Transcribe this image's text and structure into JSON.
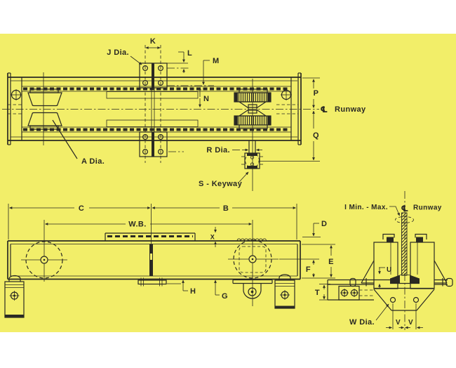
{
  "colors": {
    "paper": "#ffffff",
    "canvas": "#f2ee69",
    "ink": "#2a2923"
  },
  "labels": {
    "plan": {
      "k": "K",
      "j_dia": "J Dia.",
      "l": "L",
      "m": "M",
      "n": "N",
      "p": "P",
      "q": "Q",
      "centerline": "℄",
      "runway": "Runway",
      "a_dia": "A Dia.",
      "r_dia": "R Dia.",
      "s_keyway": "S - Keyway"
    },
    "elevation": {
      "c": "C",
      "b": "B",
      "wb": "W.B.",
      "x": "X",
      "d": "D",
      "e": "E",
      "f": "F",
      "h": "H",
      "g": "G"
    },
    "end": {
      "i_minmax": "I Min.  - Max.",
      "centerline": "℄",
      "runway": "Runway",
      "u": "U",
      "t": "T",
      "w_dia": "W Dia.",
      "v_left": "V",
      "v_right": "V"
    }
  }
}
